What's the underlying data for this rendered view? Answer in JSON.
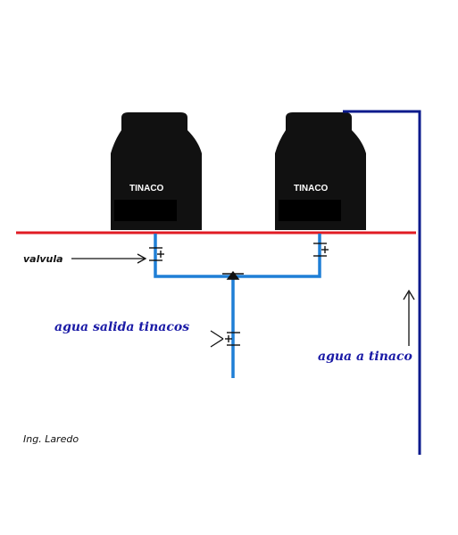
{
  "tanks": [
    {
      "label": "TINACO"
    },
    {
      "label": "TINACO"
    }
  ],
  "labels": {
    "valve": "valvula",
    "outlet": "agua salida tinacos",
    "inlet": "agua a tinaco",
    "author": "Ing. Laredo"
  },
  "colors": {
    "pipe_out": "#1f7fd6",
    "pipe_in": "#0a1a8c",
    "roof": "#e01b24",
    "tank": "#111111",
    "text_blue": "#1a1aa6",
    "text_black": "#111111"
  }
}
